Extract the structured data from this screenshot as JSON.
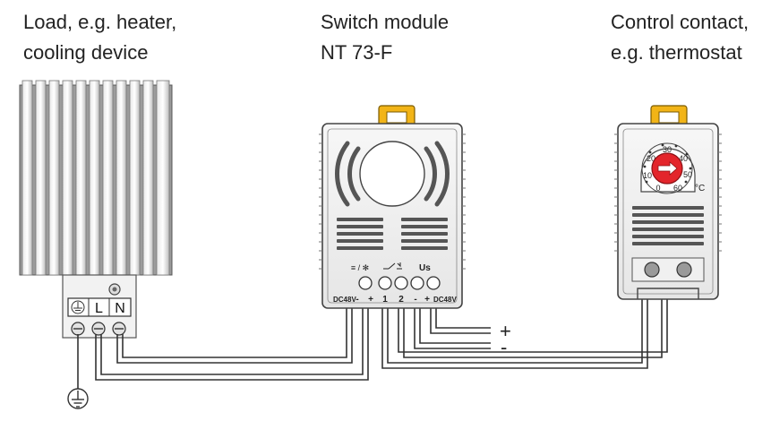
{
  "labels": {
    "load": [
      "Load, e.g. heater,",
      "cooling device"
    ],
    "switch": [
      "Switch module",
      "NT 73-F"
    ],
    "control": [
      "Control contact,",
      "e.g. thermostat"
    ]
  },
  "heater": {
    "terminals": [
      "L",
      "N"
    ]
  },
  "switch_module": {
    "symbols": {
      "heat_cool": "≡ / ✻",
      "contact": "∕↗",
      "us": "Us"
    },
    "terminals": [
      "DC48V",
      "-",
      "+",
      "1",
      "2",
      "-",
      "+",
      "DC48V"
    ]
  },
  "thermostat": {
    "scale": [
      "0",
      "10",
      "20",
      "30",
      "40",
      "50",
      "60"
    ],
    "unit": "°C"
  },
  "supply": {
    "plus": "+",
    "minus": "-"
  },
  "colors": {
    "accent_yellow": "#f2b417",
    "dial_red": "#e3252b",
    "line": "#333333",
    "housing": "#f4f4f4"
  }
}
